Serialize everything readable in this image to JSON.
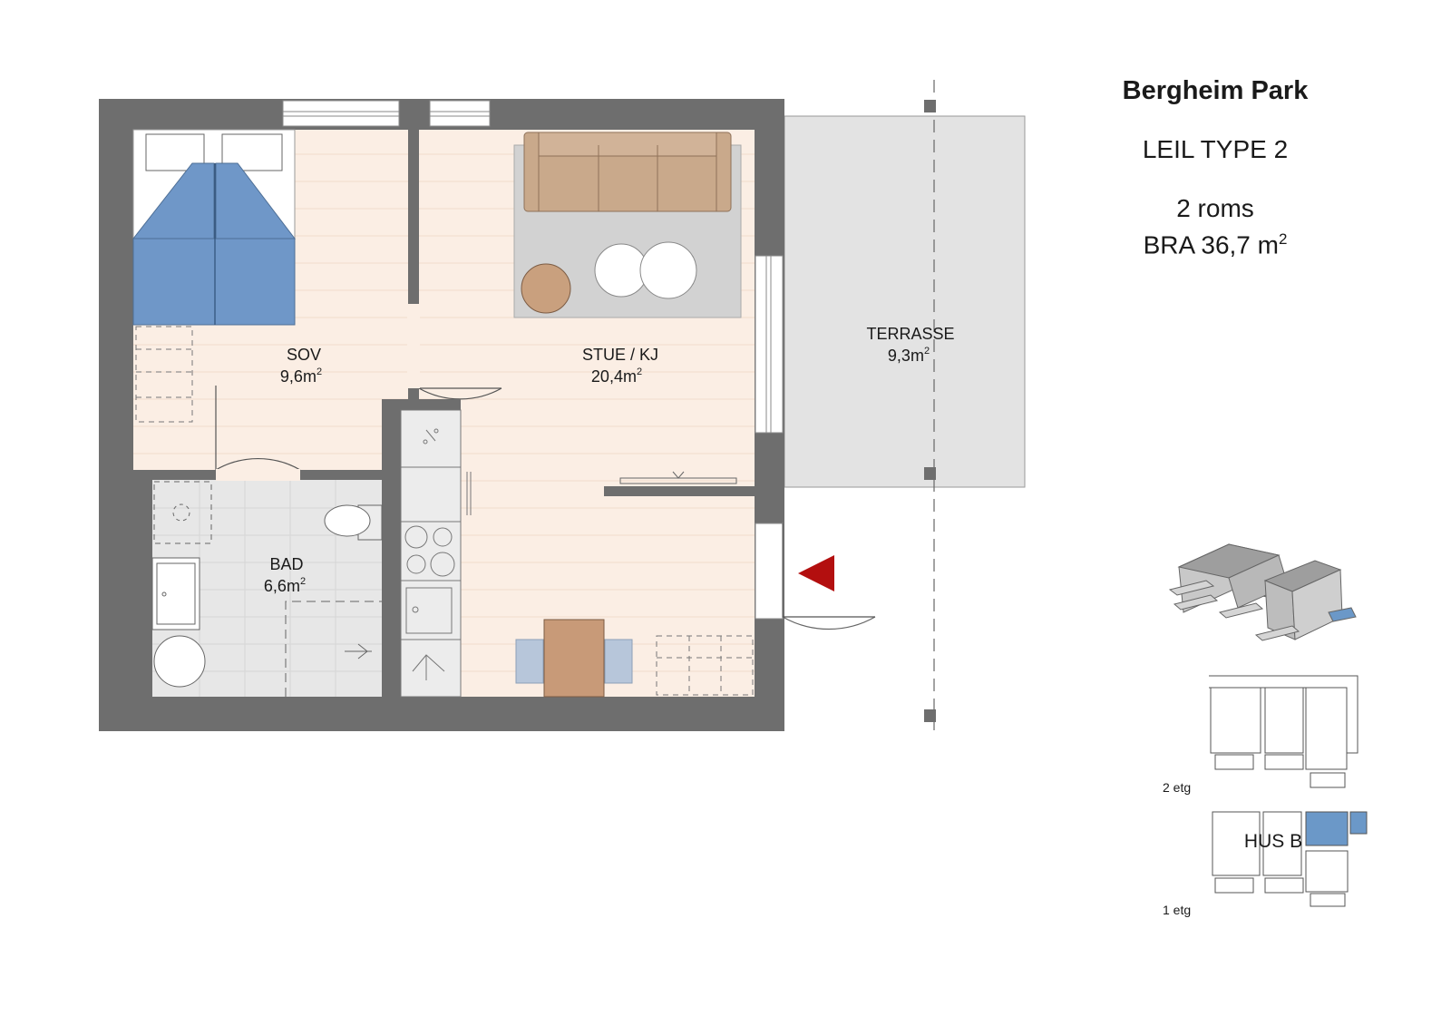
{
  "project": "Bergheim Park",
  "unit_type": "LEIL TYPE 2",
  "rooms_count": "2 roms",
  "bra_area": "BRA 36,7 m",
  "bra_unit_exp": "2",
  "rooms": [
    {
      "name": "SOV",
      "area": "9,6m",
      "exp": "2"
    },
    {
      "name": "STUE / KJ",
      "area": "20,4m",
      "exp": "2"
    },
    {
      "name": "BAD",
      "area": "6,6m",
      "exp": "2"
    },
    {
      "name": "TERRASSE",
      "area": "9,3m",
      "exp": "2"
    }
  ],
  "key_plan": {
    "upper_floor_label": "2 etg",
    "ground_floor_label": "1 etg",
    "building_label": "HUS B",
    "highlight_color": "#6b98c8"
  },
  "colors": {
    "wall": "#6e6e6e",
    "floor_wood": "#fbeee4",
    "floor_tile": "#e7e7e7",
    "terrace": "#e3e3e3",
    "bed": "#6f97c8",
    "sofa": "#c9a98b",
    "rug": "#d2d2d2",
    "side_table": "#c9a07e",
    "table": "#c89a78",
    "chairs": "#b7c6da",
    "entrance_marker": "#b30f0f"
  }
}
